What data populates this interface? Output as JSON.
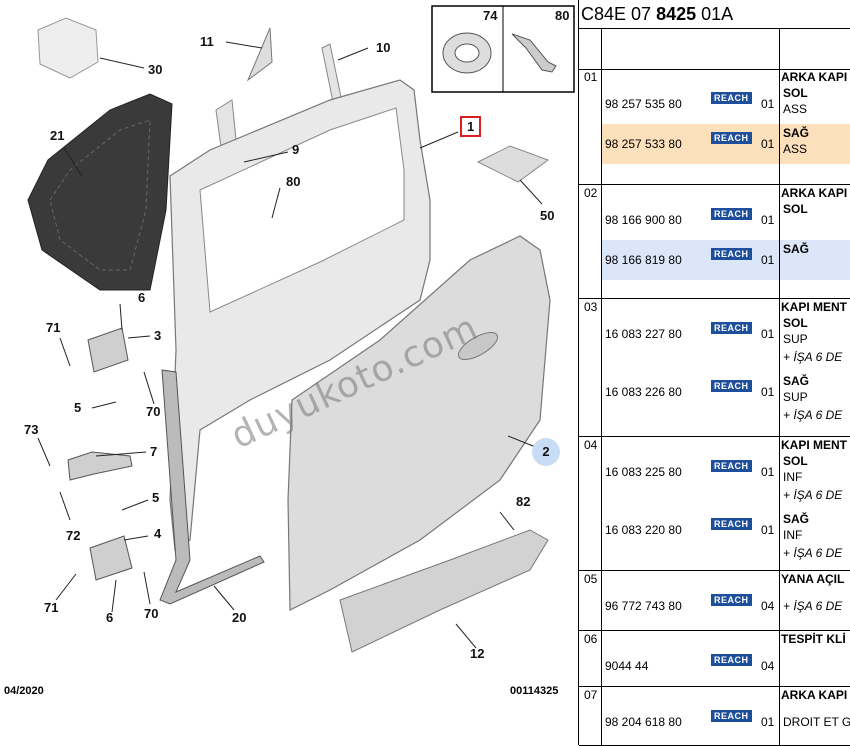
{
  "diagram": {
    "callouts": [
      {
        "id": "74",
        "label": "74"
      },
      {
        "id": "80a",
        "label": "80"
      },
      {
        "id": "30",
        "label": "30"
      },
      {
        "id": "11",
        "label": "11"
      },
      {
        "id": "10",
        "label": "10"
      },
      {
        "id": "1",
        "label": "1"
      },
      {
        "id": "21",
        "label": "21"
      },
      {
        "id": "9",
        "label": "9"
      },
      {
        "id": "80b",
        "label": "80"
      },
      {
        "id": "50",
        "label": "50"
      },
      {
        "id": "6a",
        "label": "6"
      },
      {
        "id": "71a",
        "label": "71"
      },
      {
        "id": "3",
        "label": "3"
      },
      {
        "id": "5a",
        "label": "5"
      },
      {
        "id": "70a",
        "label": "70"
      },
      {
        "id": "73",
        "label": "73"
      },
      {
        "id": "7",
        "label": "7"
      },
      {
        "id": "2",
        "label": "2"
      },
      {
        "id": "72",
        "label": "72"
      },
      {
        "id": "5b",
        "label": "5"
      },
      {
        "id": "4",
        "label": "4"
      },
      {
        "id": "82",
        "label": "82"
      },
      {
        "id": "71b",
        "label": "71"
      },
      {
        "id": "6b",
        "label": "6"
      },
      {
        "id": "70b",
        "label": "70"
      },
      {
        "id": "20",
        "label": "20"
      },
      {
        "id": "12",
        "label": "12"
      }
    ],
    "footer_date": "04/2020",
    "footer_code": "00114325",
    "watermark": "duyukoto.com"
  },
  "header": {
    "prefix": "C84E 07 ",
    "bold": "8425",
    "suffix": " 01A"
  },
  "reach_label": "REACH",
  "groups": [
    {
      "num": "01",
      "desc": "ARKA KAPI",
      "rows": [
        {
          "pn": "98 257 535 80",
          "qty": "01",
          "side": "SOL",
          "notes": [
            "ASS"
          ],
          "hl": ""
        },
        {
          "pn": "98 257 533 80",
          "qty": "01",
          "side": "SAĞ",
          "notes": [
            "ASS"
          ],
          "hl": "orange"
        }
      ]
    },
    {
      "num": "02",
      "desc": "ARKA KAPI",
      "rows": [
        {
          "pn": "98 166 900 80",
          "qty": "01",
          "side": "SOL",
          "notes": [],
          "hl": ""
        },
        {
          "pn": "98 166 819 80",
          "qty": "01",
          "side": "SAĞ",
          "notes": [],
          "hl": "blue"
        }
      ]
    },
    {
      "num": "03",
      "desc": "KAPI MENT",
      "rows": [
        {
          "pn": "16 083 227 80",
          "qty": "01",
          "side": "SOL",
          "notes": [
            "SUP",
            "+ İŞA 6 DE"
          ],
          "hl": ""
        },
        {
          "pn": "16 083 226 80",
          "qty": "01",
          "side": "SAĞ",
          "notes": [
            "SUP",
            "+ İŞA 6 DE"
          ],
          "hl": ""
        }
      ]
    },
    {
      "num": "04",
      "desc": "KAPI MENT",
      "rows": [
        {
          "pn": "16 083 225 80",
          "qty": "01",
          "side": "SOL",
          "notes": [
            "INF",
            "+ İŞA 6 DE"
          ],
          "hl": ""
        },
        {
          "pn": "16 083 220 80",
          "qty": "01",
          "side": "SAĞ",
          "notes": [
            "INF",
            "+ İŞA 6 DE"
          ],
          "hl": ""
        }
      ]
    },
    {
      "num": "05",
      "desc": "YANA AÇIL",
      "rows": [
        {
          "pn": "96 772 743 80",
          "qty": "04",
          "side": "",
          "notes": [
            "+ İŞA 6 DE"
          ],
          "hl": ""
        }
      ]
    },
    {
      "num": "06",
      "desc": "TESPİT KLİ",
      "rows": [
        {
          "pn": "9044 44",
          "qty": "04",
          "side": "",
          "notes": [],
          "hl": ""
        }
      ]
    },
    {
      "num": "07",
      "desc": "ARKA KAPI",
      "rows": [
        {
          "pn": "98 204 618 80",
          "qty": "01",
          "side": "",
          "notes": [
            "DROIT ET G"
          ],
          "hl": ""
        }
      ]
    }
  ]
}
